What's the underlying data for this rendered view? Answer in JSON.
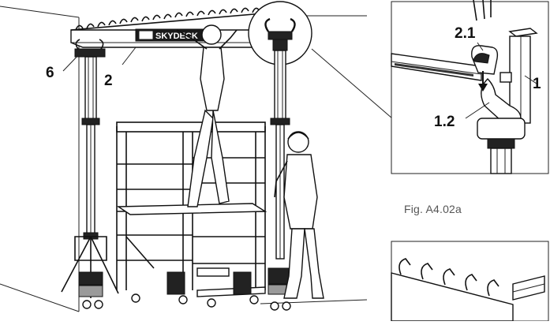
{
  "callouts": {
    "main_6": "6",
    "main_2": "2",
    "detail_2_1": "2.1",
    "detail_1": "1",
    "detail_1_2": "1.2"
  },
  "brand_label": "SKYDECK",
  "figure_caption": "Fig. A4.02a",
  "icons": {
    "arrow": "arrow-down-icon"
  },
  "colors": {
    "line": "#111111",
    "caption": "#555555",
    "dark_part": "#222222"
  }
}
